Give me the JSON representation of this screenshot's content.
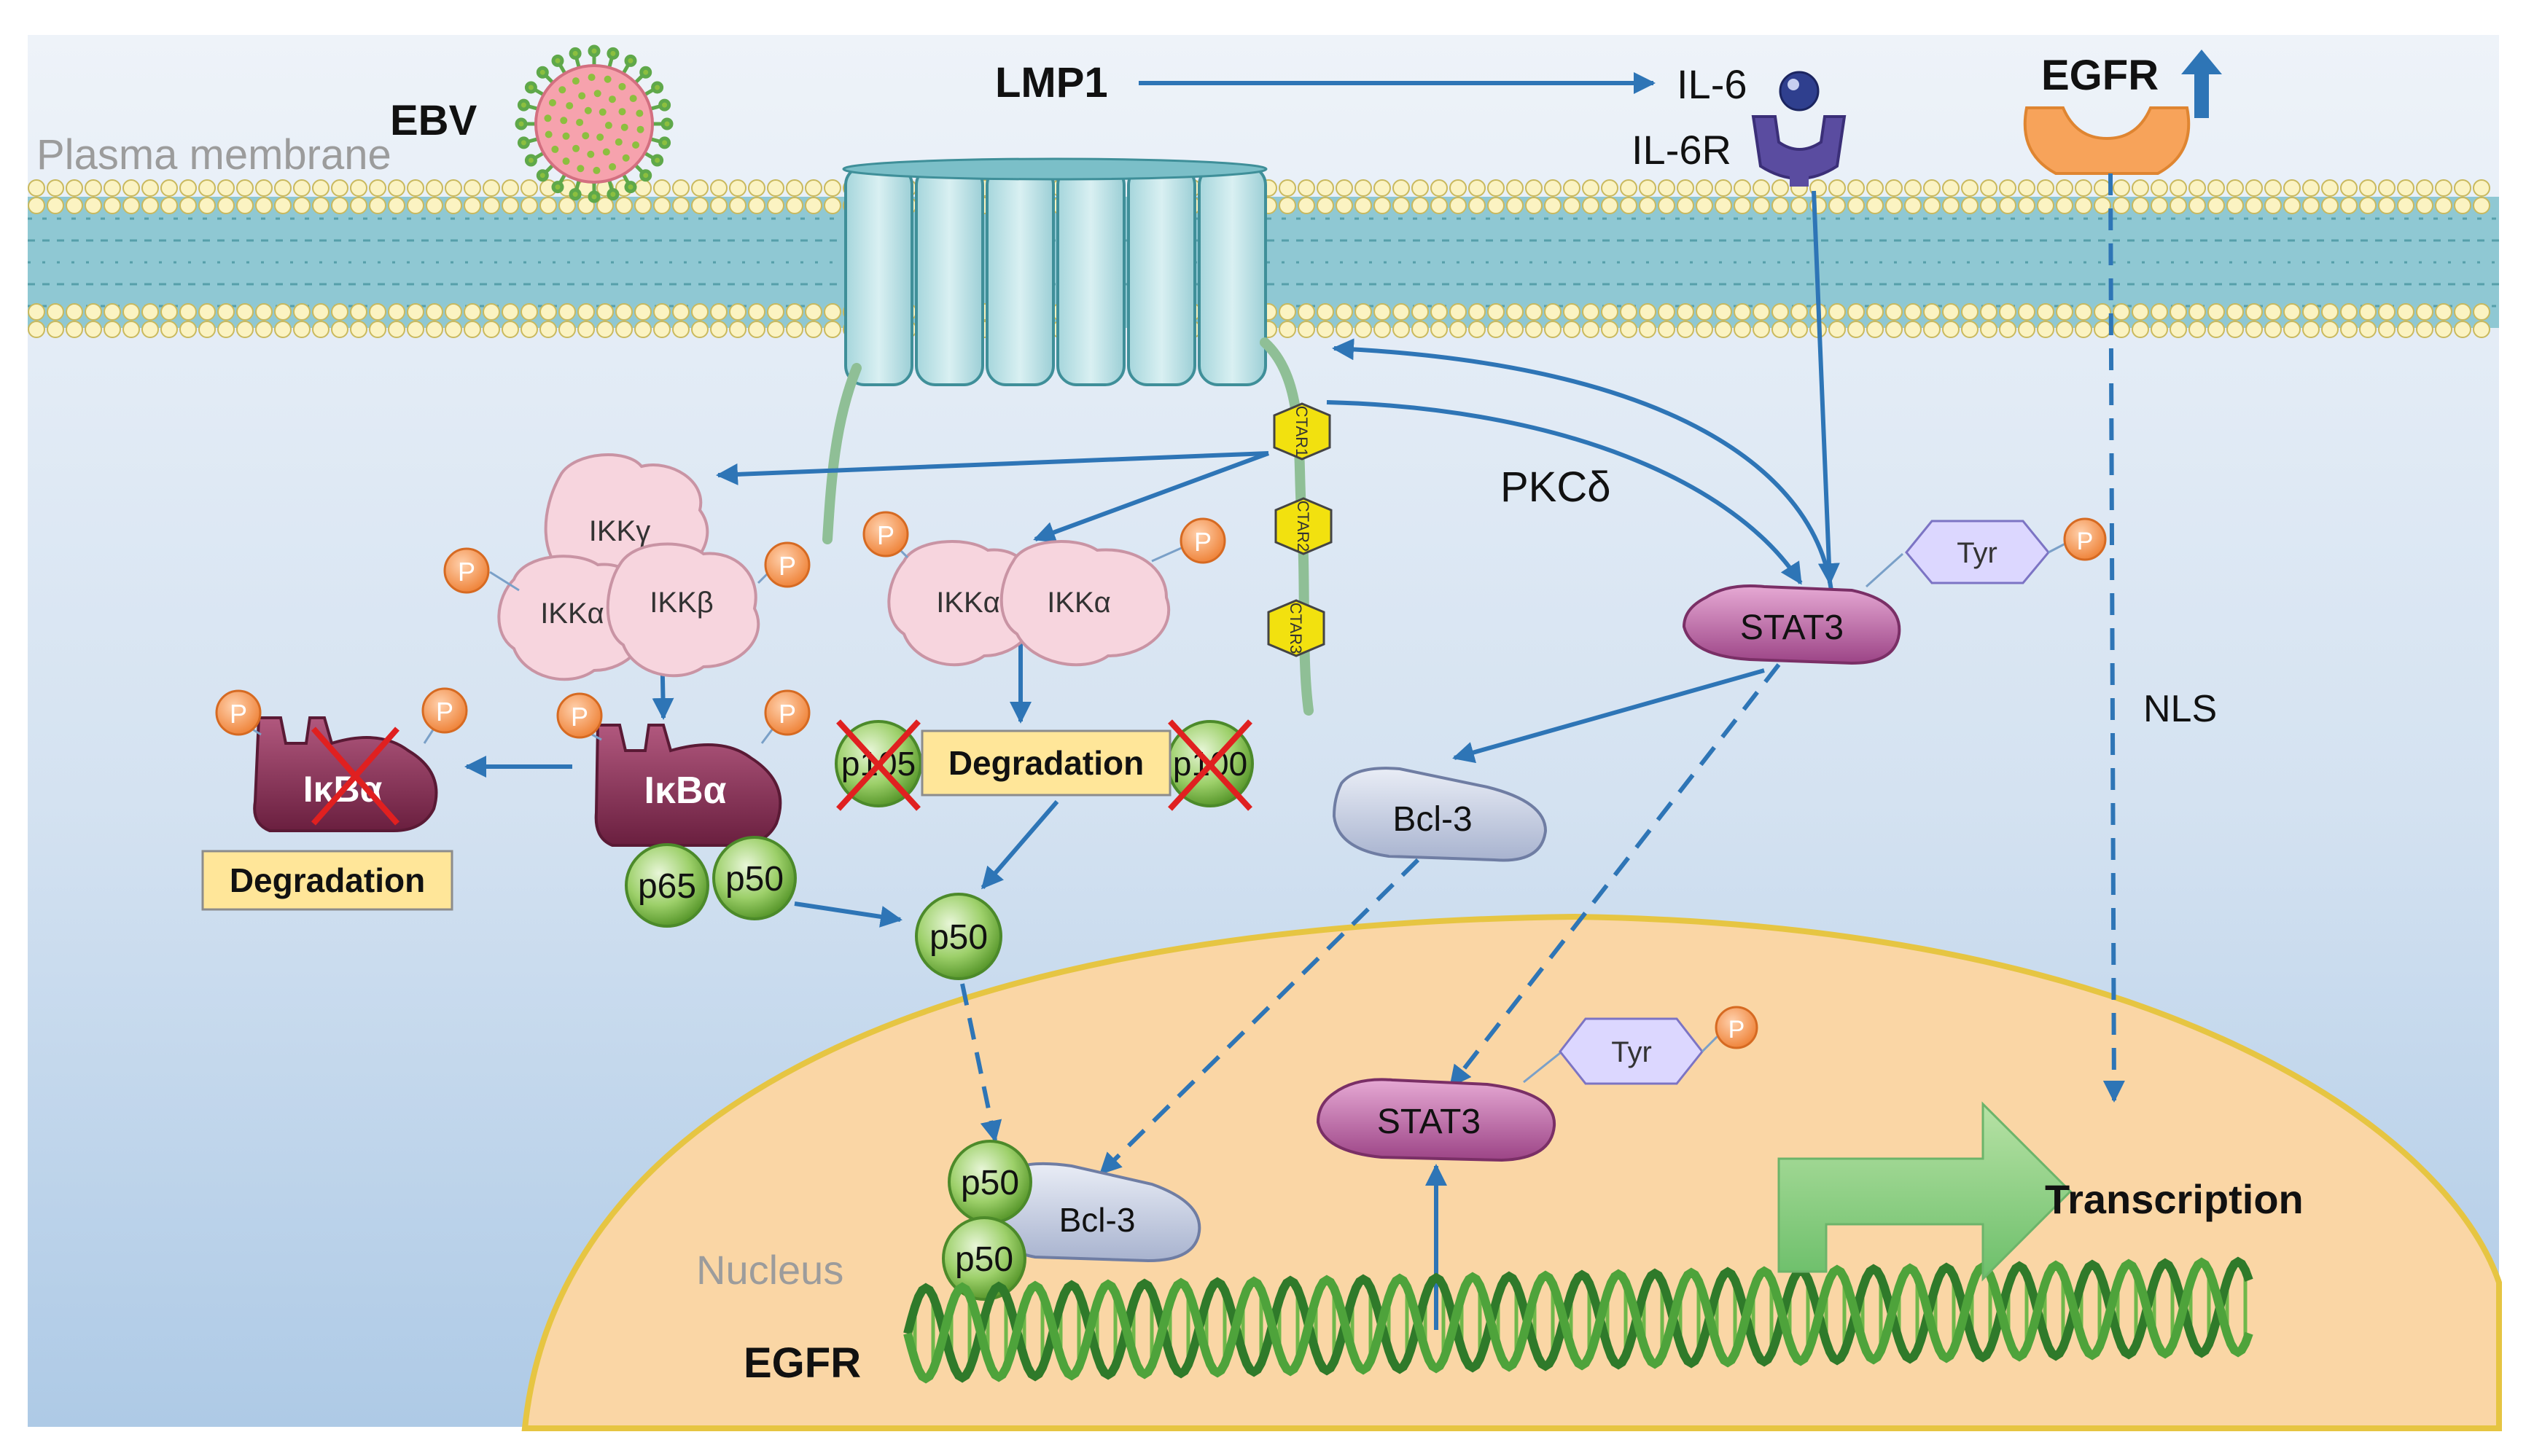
{
  "labels": {
    "ebv": "EBV",
    "plasma_membrane": "Plasma membrane",
    "lmp1": "LMP1",
    "il6": "IL-6",
    "il6r": "IL-6R",
    "egfr_top": "EGFR",
    "pkc": "PKCδ",
    "nls": "NLS",
    "nucleus": "Nucleus",
    "egfr_gene": "EGFR",
    "transcription": "Transcription",
    "ctar1": "CTAR1",
    "ctar2": "CTAR2",
    "ctar3": "CTAR3"
  },
  "proteins": {
    "ikk_gamma": "IKKγ",
    "ikk_alpha_1": "IKKα",
    "ikk_beta": "IKKβ",
    "ikk_alpha_2": "IKKα",
    "ikk_alpha_3": "IKKα",
    "ikba_degraded": "IκBα",
    "ikba": "IκBα",
    "p65": "p65",
    "p50_complex": "p50",
    "p50_mid": "p50",
    "p105": "p105",
    "p100": "p100",
    "stat3_cyto": "STAT3",
    "stat3_nuc": "STAT3",
    "tyr_cyto": "Tyr",
    "tyr_nuc": "Tyr",
    "bcl3_cyto": "Bcl-3",
    "bcl3_nuc": "Bcl-3",
    "p50_nuc_1": "p50",
    "p50_nuc_2": "p50",
    "phospho": "P"
  },
  "boxes": {
    "degradation_left": "Degradation",
    "degradation_mid": "Degradation"
  },
  "colors": {
    "arrow": "#2e75b6",
    "stat3": "#b65a9e",
    "ikba": "#7a2a4a",
    "ikk": "#f7d5de",
    "p_badge": "#f39a55",
    "green_ball": "#8cc656",
    "degradation_box": "#ffe699",
    "nucleus": "#fad6a5",
    "cytoplasm": "#bcd3ea",
    "red_x": "#e02020"
  }
}
